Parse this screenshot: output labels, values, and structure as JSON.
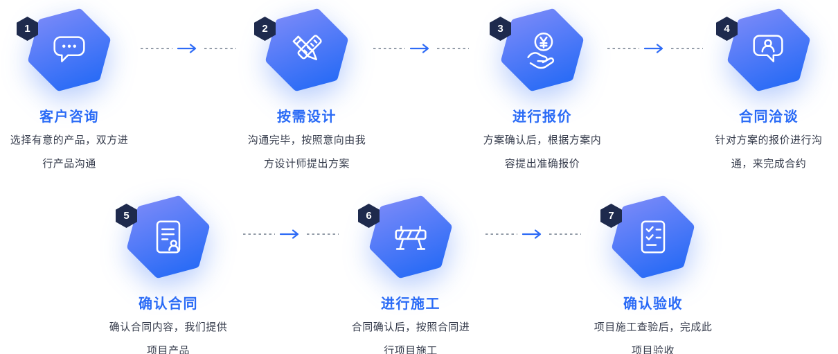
{
  "steps": [
    {
      "number": "1",
      "title": "客户咨询",
      "icon": "chat-icon",
      "desc": [
        "选择有意的产品，双方进",
        "行产品沟通"
      ]
    },
    {
      "number": "2",
      "title": "按需设计",
      "icon": "design-icon",
      "desc": [
        "沟通完毕，按照意向由我",
        "方设计师提出方案"
      ]
    },
    {
      "number": "3",
      "title": "进行报价",
      "icon": "quote-icon",
      "desc": [
        "方案确认后，根据方案内",
        "容提出准确报价"
      ]
    },
    {
      "number": "4",
      "title": "合同洽谈",
      "icon": "negotiate-icon",
      "desc": [
        "针对方案的报价进行沟",
        "通，来完成合约"
      ]
    },
    {
      "number": "5",
      "title": "确认合同",
      "icon": "contract-icon",
      "desc": [
        "确认合同内容，我们提供",
        "项目产品"
      ]
    },
    {
      "number": "6",
      "title": "进行施工",
      "icon": "construction-icon",
      "desc": [
        "合同确认后，按照合同进",
        "行项目施工"
      ]
    },
    {
      "number": "7",
      "title": "确认验收",
      "icon": "acceptance-icon",
      "desc": [
        "项目施工查验后，完成此",
        "项目验收"
      ]
    }
  ],
  "colors": {
    "hexagon_gradient_start": "#7e8bf9",
    "hexagon_gradient_end": "#2b6cf6",
    "badge_background": "#1e2a4d",
    "title_text": "#2a6bf6",
    "description_text": "#363c4c",
    "arrow": "#2e6bf6",
    "dashes": "#939ca8",
    "background": "#ffffff"
  }
}
